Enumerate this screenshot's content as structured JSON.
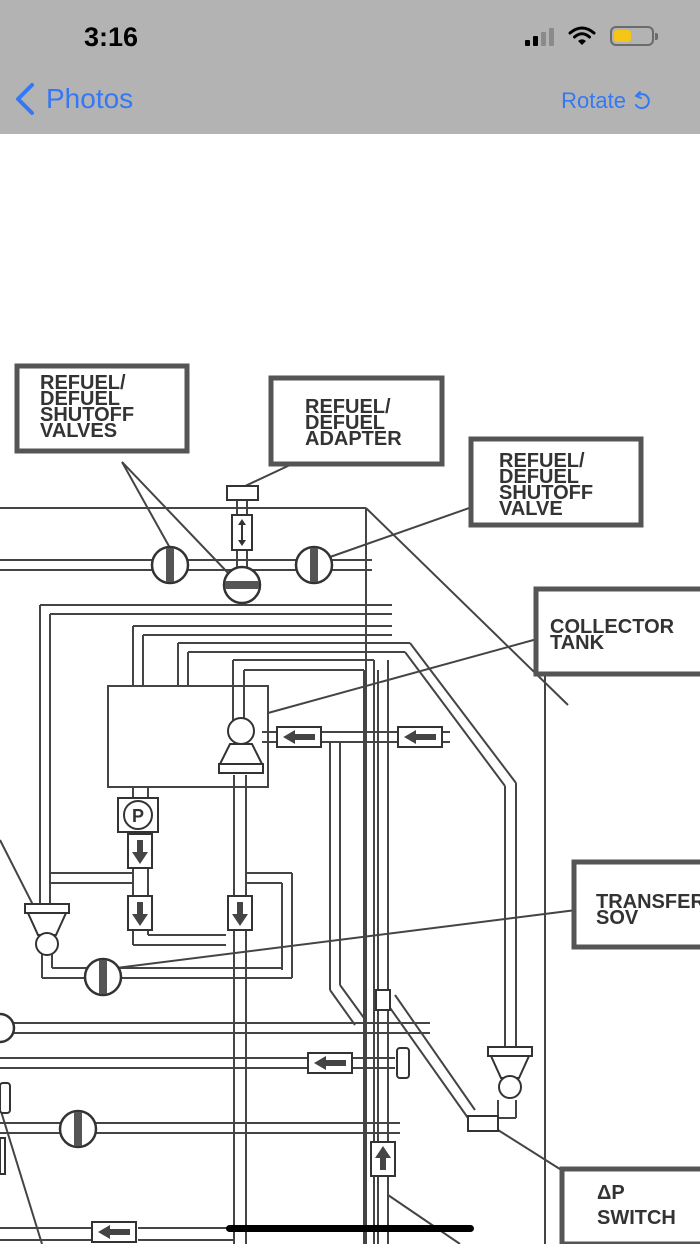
{
  "status_bar": {
    "time": "3:16"
  },
  "nav": {
    "back_label": "Photos",
    "rotate_label": "Rotate",
    "accent_color": "#3478f6"
  },
  "diagram": {
    "labels": {
      "refuel_shutoff_valves": [
        "REFUEL/",
        "DEFUEL",
        "SHUTOFF",
        "VALVES"
      ],
      "refuel_adapter": [
        "REFUEL/",
        "DEFUEL",
        "ADAPTER"
      ],
      "refuel_shutoff_valve": [
        "REFUEL/",
        "DEFUEL",
        "SHUTOFF",
        "VALVE"
      ],
      "collector_tank": [
        "COLLECTOR",
        "TANK"
      ],
      "transfer_sov": [
        "TRANSFER",
        "SOV"
      ],
      "dp_switch": [
        "ΔP",
        "SWITCH"
      ],
      "pump_symbol": "P"
    }
  }
}
